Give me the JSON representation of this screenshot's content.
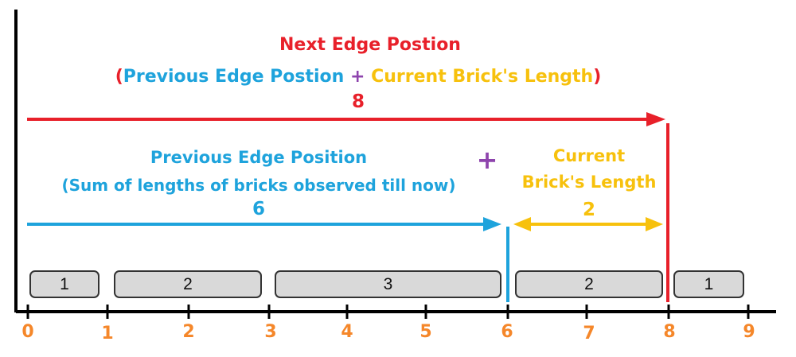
{
  "title": {
    "line1": "Next Edge Postion",
    "open_paren": "(",
    "part_previous": "Previous Edge Postion",
    "plus": "+",
    "part_current": "Current Brick's Length",
    "close_paren": ")",
    "value": "8"
  },
  "previous": {
    "line1": "Previous Edge Position",
    "line2": "(Sum of lengths of bricks observed till now)",
    "value": "6"
  },
  "middle_plus": "+",
  "current": {
    "line1": "Current",
    "line2": "Brick's Length",
    "value": "2"
  },
  "bricks": [
    {
      "label": "1",
      "length": 1
    },
    {
      "label": "2",
      "length": 2
    },
    {
      "label": "3",
      "length": 3
    },
    {
      "label": "2",
      "length": 2
    },
    {
      "label": "1",
      "length": 1
    }
  ],
  "axis_ticks": [
    "0",
    "1",
    "2",
    "3",
    "4",
    "5",
    "6",
    "7",
    "8",
    "9"
  ],
  "colors": {
    "red": "#e8202a",
    "blue": "#1ea3dc",
    "yellow": "#f7c10d",
    "purple": "#8e44ad",
    "orange": "#f5872a",
    "brick_fill": "#d9d9d9"
  }
}
